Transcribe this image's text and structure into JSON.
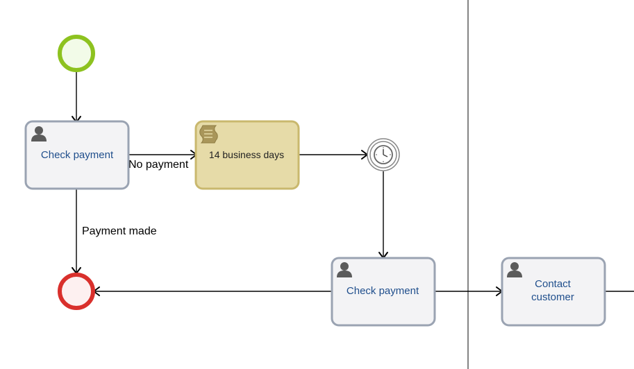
{
  "diagram": {
    "tasks": {
      "check_payment_1": "Check payment",
      "wait_task": "14 business days",
      "check_payment_2": "Check payment",
      "contact_customer_line1": "Contact",
      "contact_customer_line2": "customer"
    },
    "flows": {
      "no_payment": "No payment",
      "payment_made": "Payment made"
    },
    "colors": {
      "start_event": "#8dc21f",
      "end_event": "#d9302c",
      "task_border": "#9aa3b2",
      "task_fill": "#f3f3f5",
      "script_fill": "#e6dba8",
      "script_border": "#c9b86e",
      "label_blue": "#1f4e8c"
    },
    "icons": {
      "user_task": "user-icon",
      "script_task": "script-icon",
      "timer_event": "clock-icon"
    }
  }
}
